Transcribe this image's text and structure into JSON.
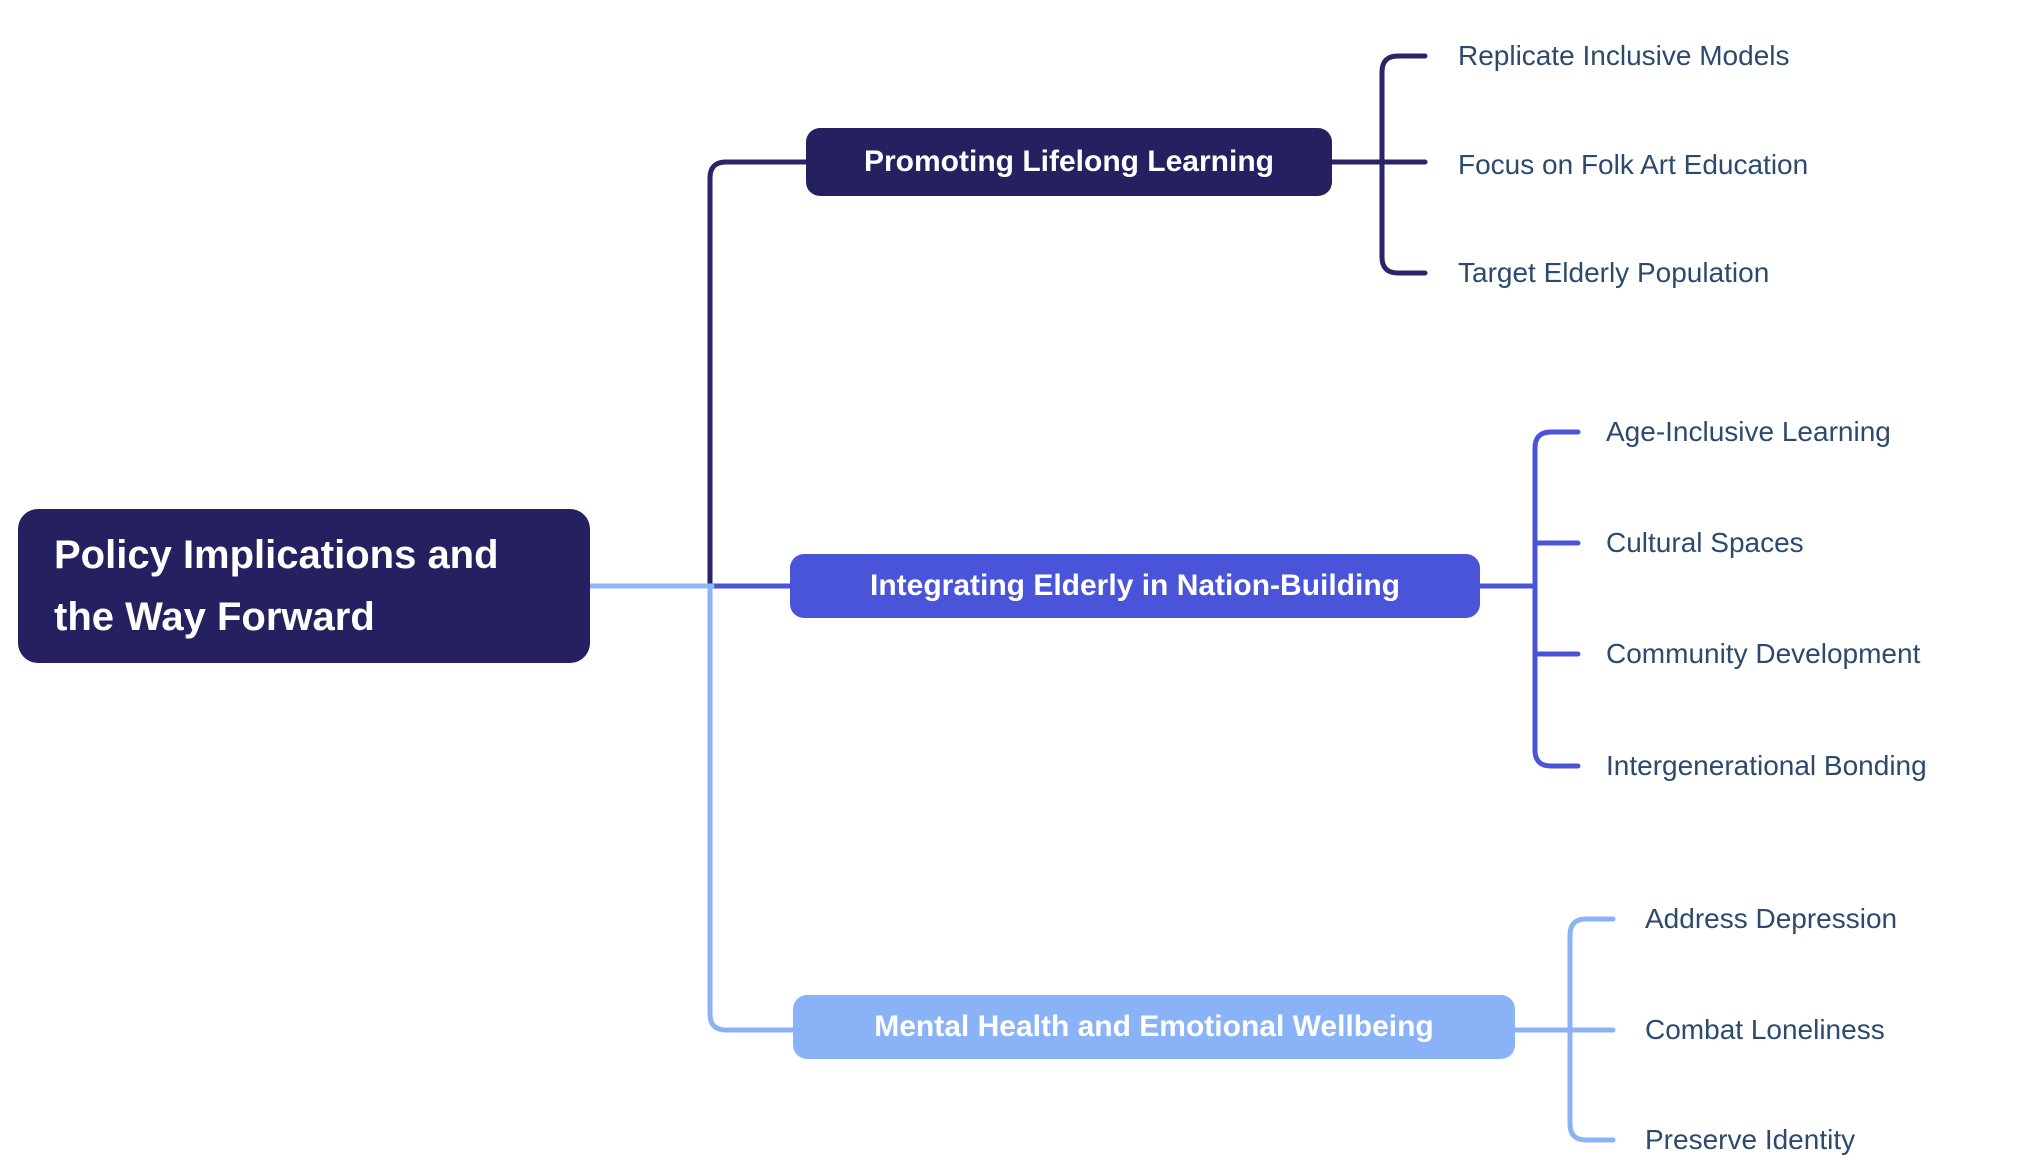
{
  "root": {
    "label": "Policy Implications and the Way Forward",
    "lines": [
      "Policy Implications and",
      "the Way Forward"
    ]
  },
  "branches": [
    {
      "label": "Promoting Lifelong Learning",
      "color": "#252160",
      "children": [
        "Replicate Inclusive Models",
        "Focus on Folk Art Education",
        "Target Elderly Population"
      ]
    },
    {
      "label": "Integrating Elderly in Nation-Building",
      "color": "#4a54d9",
      "children": [
        "Age-Inclusive Learning",
        "Cultural Spaces",
        "Community Development",
        "Intergenerational Bonding"
      ]
    },
    {
      "label": "Mental Health and Emotional Wellbeing",
      "color": "#8ab3f7",
      "children": [
        "Address Depression",
        "Combat Loneliness",
        "Preserve Identity"
      ]
    }
  ],
  "colors": {
    "background": "#ffffff",
    "root_bg": "#252160",
    "branch1_bg": "#252160",
    "branch2_bg": "#4a54d9",
    "branch3_bg": "#8ab3f7",
    "node_text": "#ffffff",
    "child_text": "#2c4a6e",
    "root_link": "#8fb5f8"
  }
}
